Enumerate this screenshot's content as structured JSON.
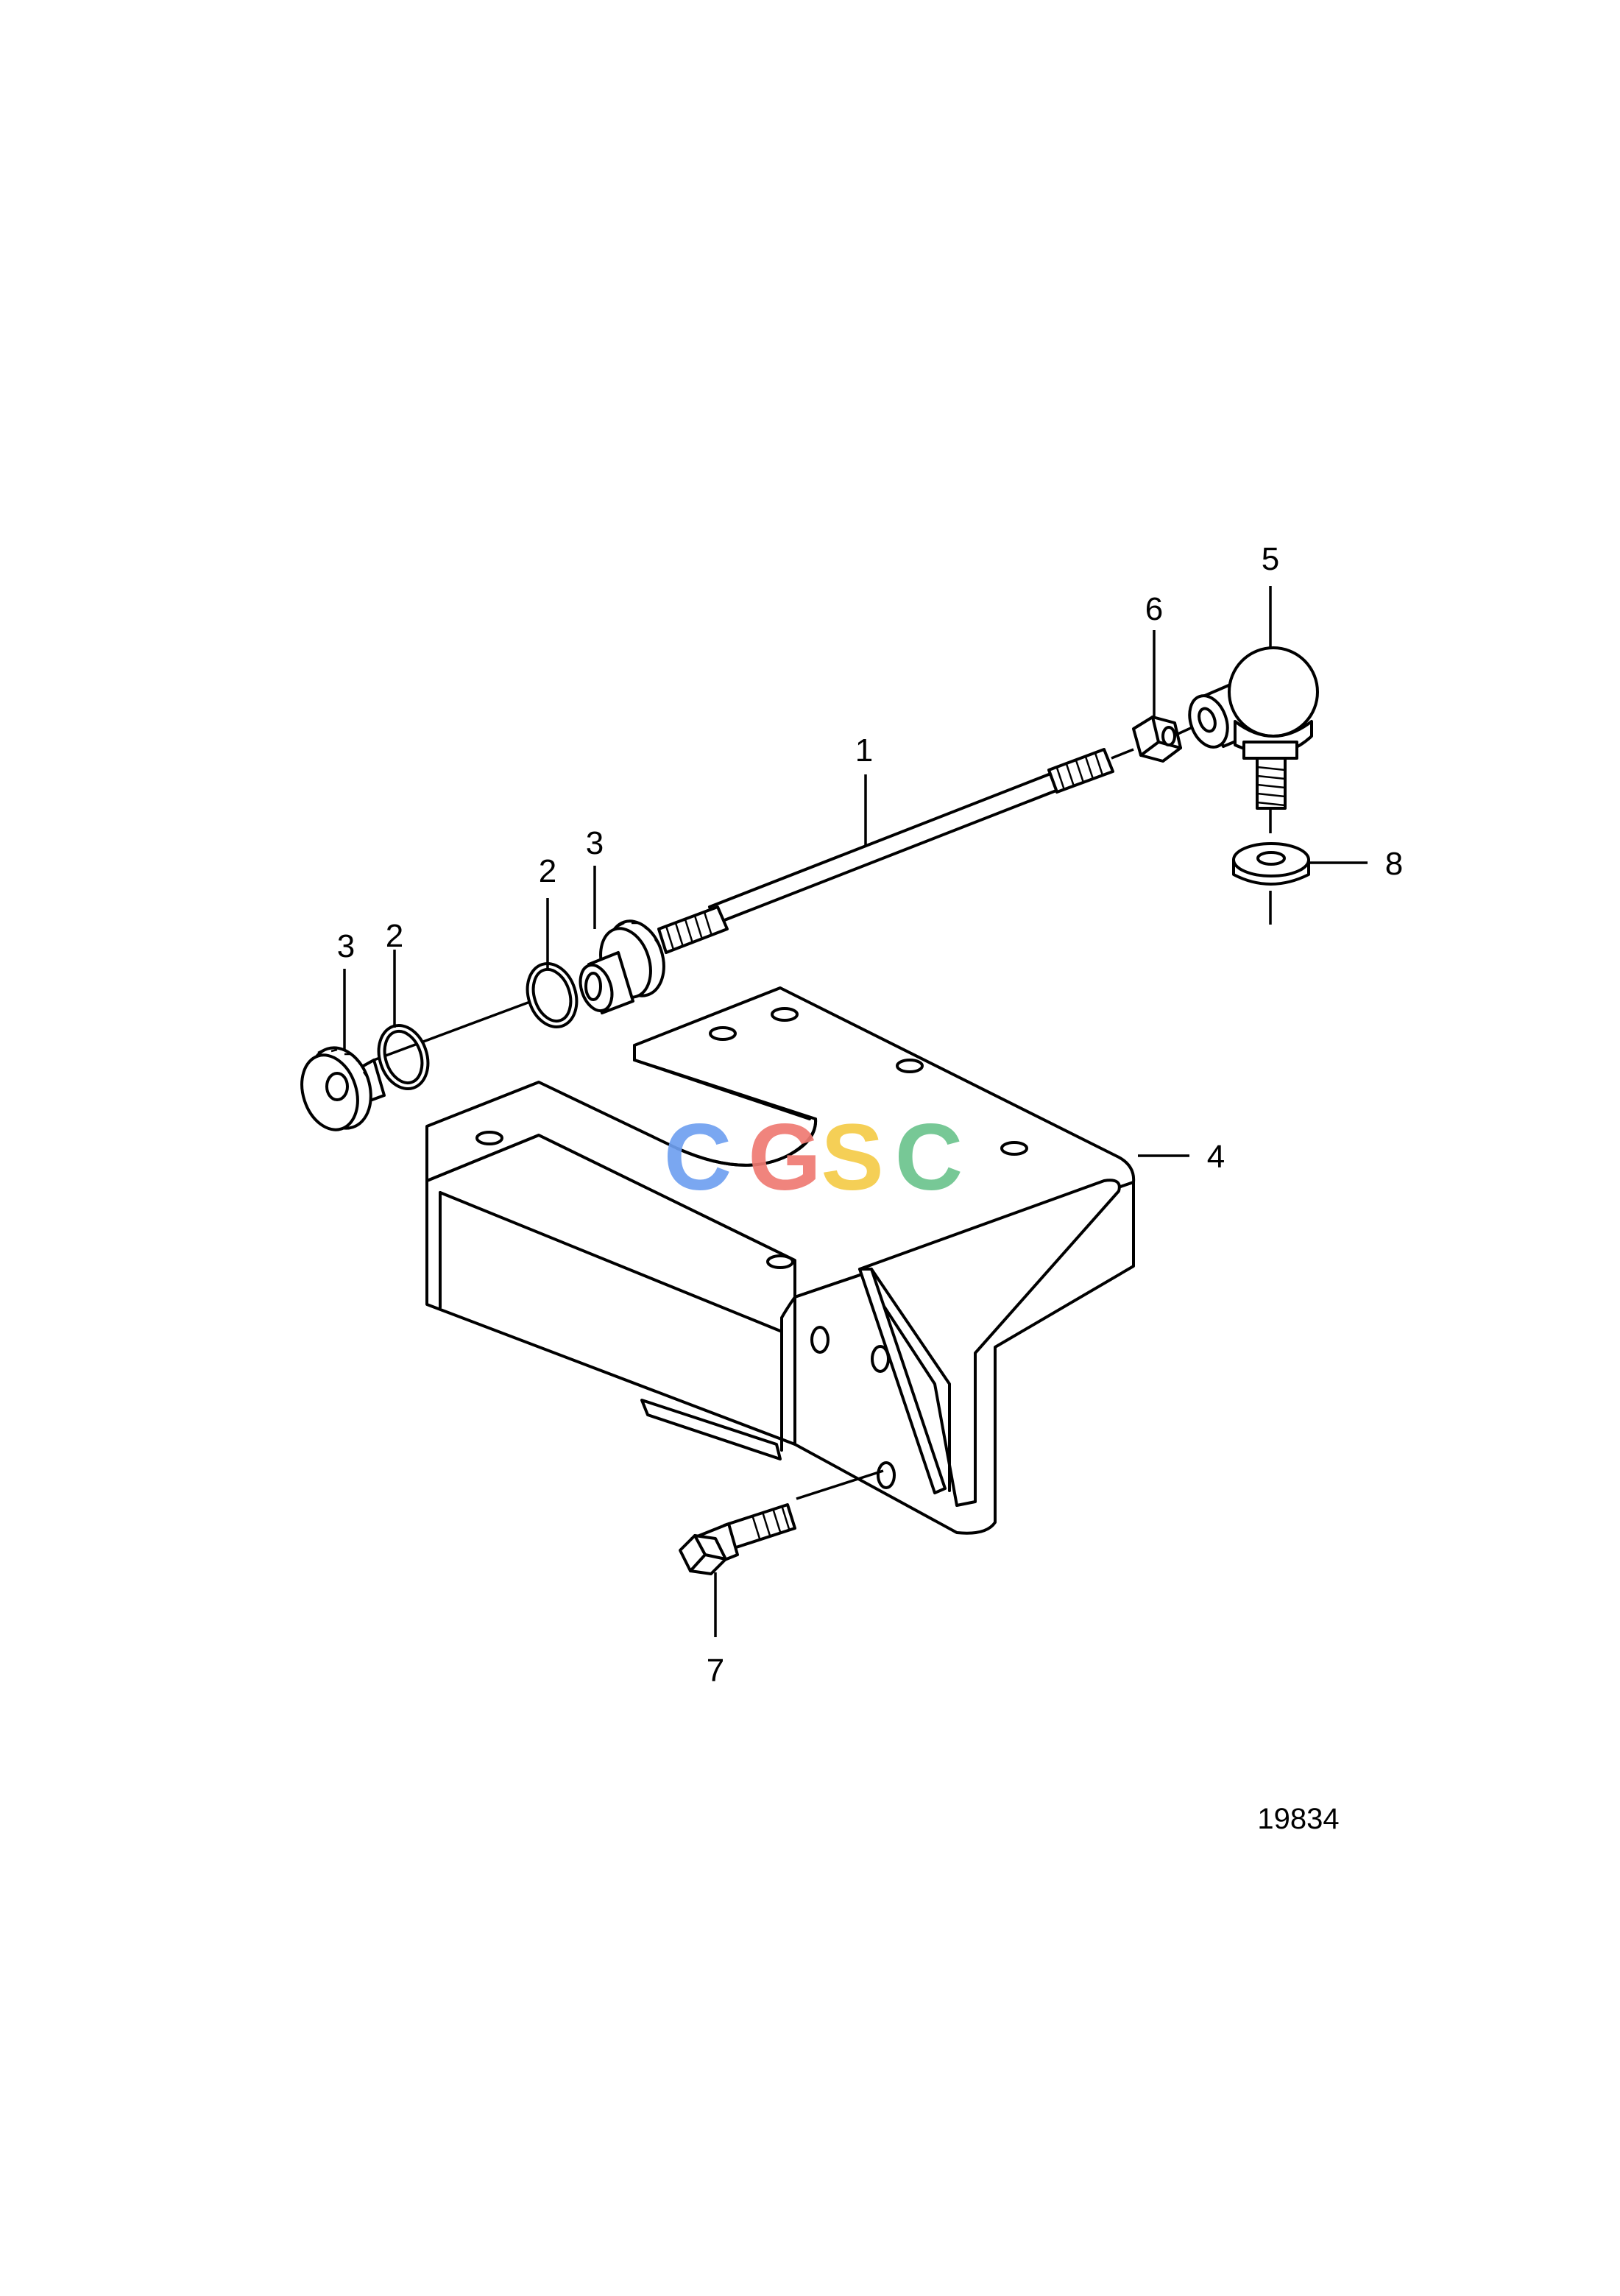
{
  "diagram": {
    "callouts": [
      "1",
      "2",
      "3",
      "4",
      "5",
      "6",
      "7",
      "8"
    ],
    "figure_number": "19834"
  },
  "watermark": {
    "letters": [
      "C",
      "G",
      "S",
      "C"
    ],
    "colors": [
      "#6fa0f0",
      "#ef7a72",
      "#f5cc48",
      "#6cc48e"
    ]
  }
}
